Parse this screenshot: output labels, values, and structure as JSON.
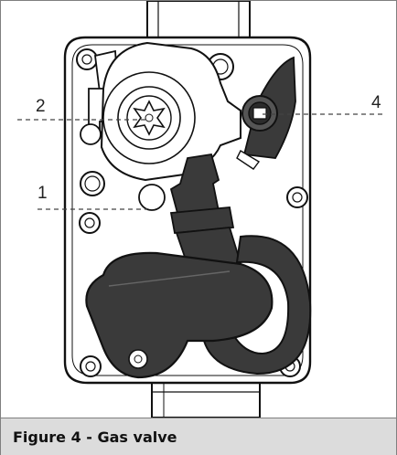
{
  "figure": {
    "caption": "Figure 4 - Gas valve",
    "callouts": [
      "2",
      "4",
      "1"
    ]
  },
  "colors": {
    "outline": "#111111",
    "dark_part": "#3a3a3a",
    "caption_bg": "#dcdcdc"
  }
}
